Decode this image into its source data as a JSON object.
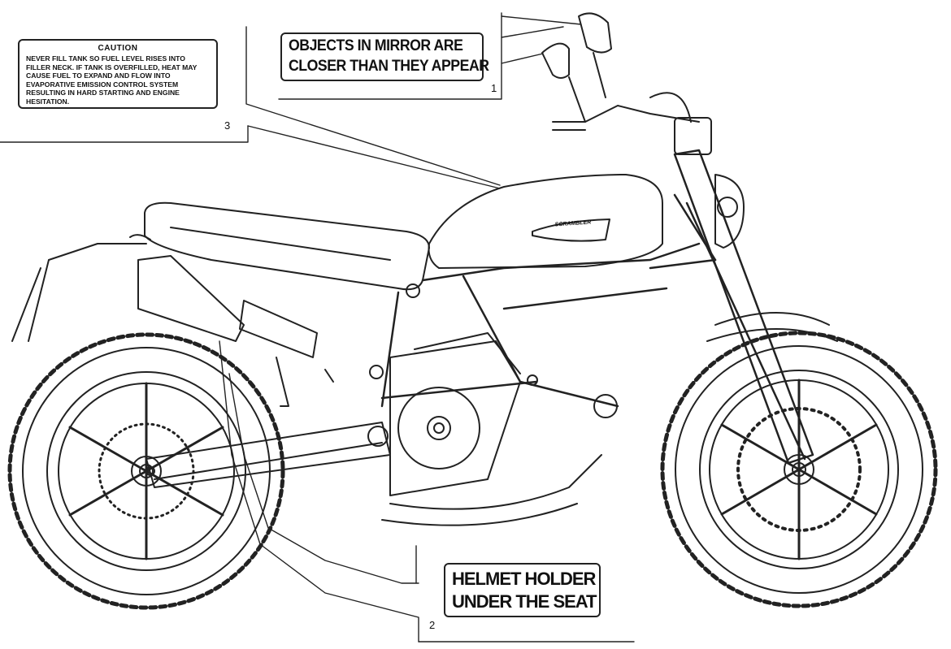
{
  "labels": {
    "caution": {
      "title": "CAUTION",
      "body": "NEVER FILL TANK SO FUEL LEVEL RISES INTO FILLER NECK. IF TANK IS OVERFILLED, HEAT MAY CAUSE FUEL TO EXPAND AND FLOW INTO EVAPORATIVE EMISSION CONTROL SYSTEM RESULTING IN HARD STARTING AND ENGINE HESITATION."
    },
    "mirror": {
      "line1": "OBJECTS IN MIRROR ARE",
      "line2": "CLOSER THAN THEY APPEAR"
    },
    "helmet": {
      "line1": "HELMET HOLDER",
      "line2": "UNDER THE SEAT"
    }
  },
  "callouts": [
    "1",
    "2",
    "3"
  ],
  "tank_badge": "SCRAMBLER",
  "colors": {
    "line": "#222222",
    "background": "#ffffff"
  }
}
